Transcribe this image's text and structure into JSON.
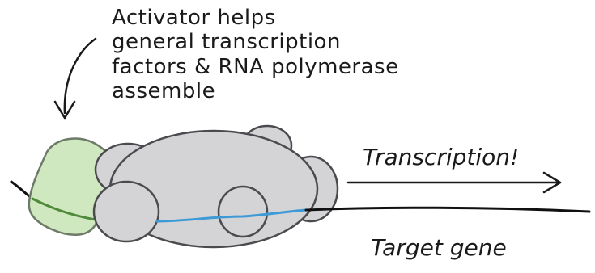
{
  "diagram": {
    "annotation_lines": [
      "Activator helps",
      "general transcription",
      "factors & RNA polymerase",
      "assemble"
    ],
    "transcription_label": "Transcription!",
    "target_gene_label": "Target gene",
    "colors": {
      "activator_fill": "#cfe8bf",
      "activator_stroke": "#6d7a68",
      "complex_fill": "#d4d4d6",
      "complex_stroke": "#4a4a4f",
      "dna_bound": "#3d9ad6",
      "dna_activator": "#4f8a3a",
      "dna": "#111111"
    }
  }
}
